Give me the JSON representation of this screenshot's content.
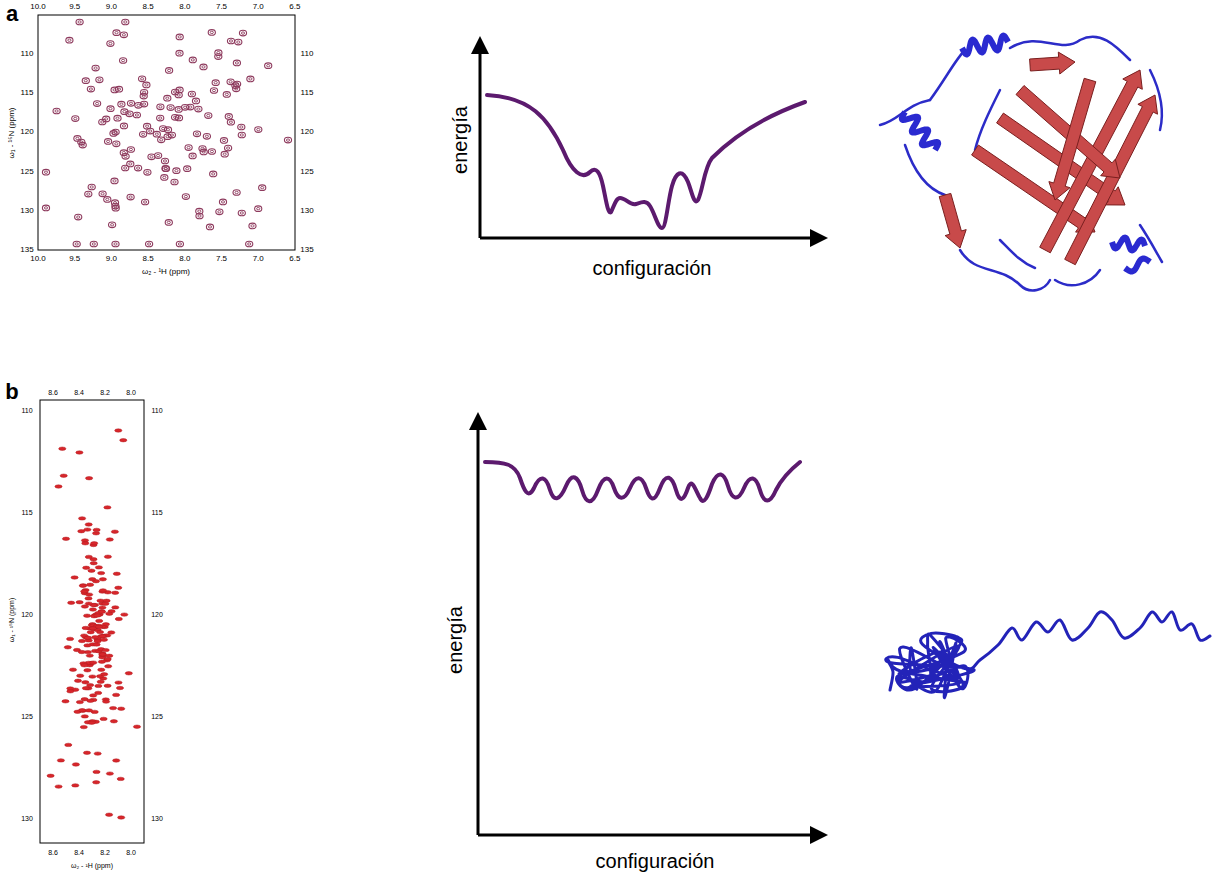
{
  "diagram": {
    "labels": [
      "a",
      "10.0",
      "9.5",
      "9.0",
      "8.5",
      "8.0",
      "7.5",
      "7.0",
      "6.5",
      "10.0",
      "9.5",
      "9.0",
      "8.5",
      "8.0",
      "7.5",
      "7.0",
      "6.5",
      "110",
      "115",
      "120",
      "125",
      "130",
      "135",
      "110",
      "115",
      "120",
      "125",
      "130",
      "135",
      "ω₂ - ¹H (ppm)",
      "ω₁ - ¹⁵N (ppm)",
      "energía",
      "configuración",
      "b",
      "8.6",
      "8.4",
      "8.2",
      "8.0",
      "8.6",
      "8.4",
      "8.2",
      "8.0",
      "110",
      "115",
      "120",
      "125",
      "130",
      "110",
      "115",
      "120",
      "125",
      "130",
      "ω₂ - ¹H (ppm)",
      "ω₁ - ¹⁵N (ppm)",
      "energía",
      "configuración"
    ]
  }
}
